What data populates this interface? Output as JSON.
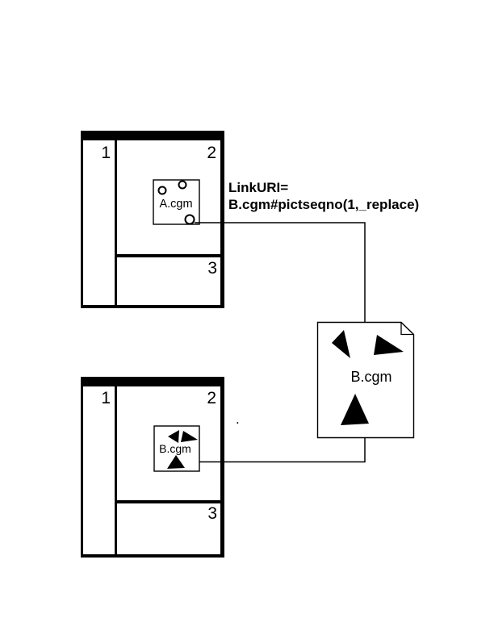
{
  "figure": {
    "annotation": {
      "line1": "LinkURI=",
      "line2": "B.cgm#pictseqno(1,_replace)"
    },
    "page_before": {
      "frame1_label": "1",
      "frame2_label": "2",
      "frame3_label": "3",
      "picture_label": "A.cgm"
    },
    "target_file": {
      "label": "B.cgm"
    },
    "page_after": {
      "frame1_label": "1",
      "frame2_label": "2",
      "frame3_label": "3",
      "picture_label": "B.cgm"
    },
    "stray_dot": ".",
    "icons": {
      "hotspot_circle": "small outlined circle",
      "dog_ear_fold": "folded document corner",
      "triangle_left": "solid triangle pointing left",
      "triangle_right": "solid triangle pointing right",
      "triangle_up": "solid triangle pointing up"
    },
    "colors": {
      "ink": "#000000",
      "paper": "#ffffff"
    }
  }
}
